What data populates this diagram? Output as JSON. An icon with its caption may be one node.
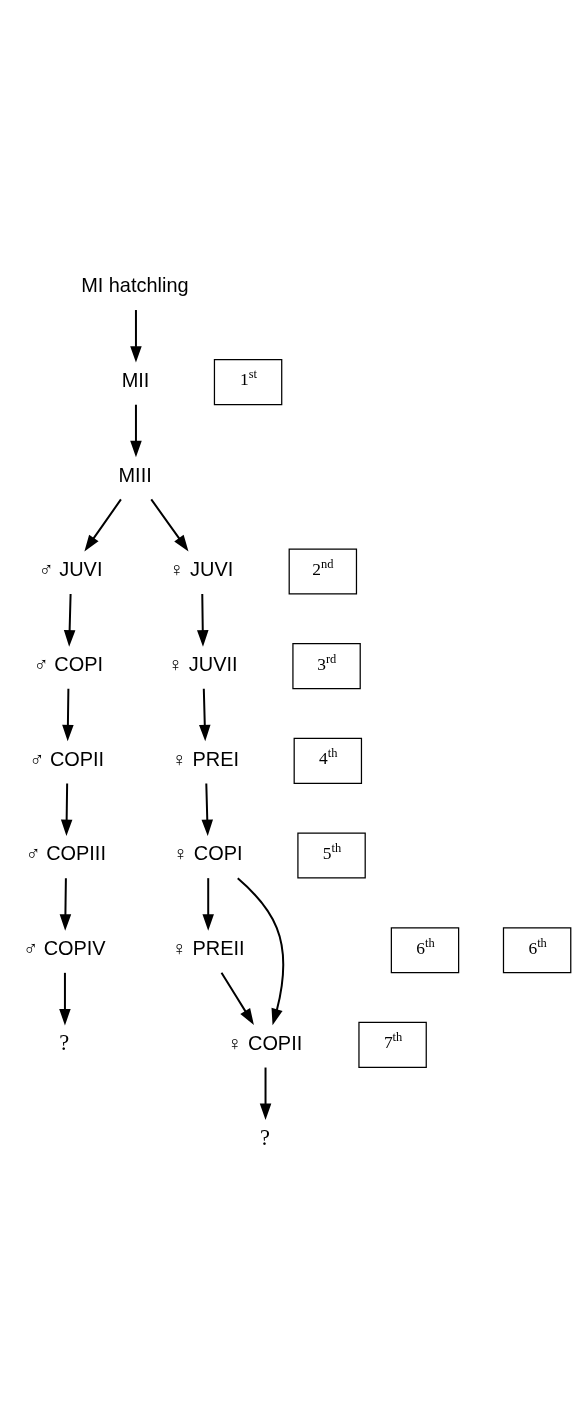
{
  "diagram": {
    "nodes": [
      {
        "text": [
          "MI hatchling"
        ]
      },
      {
        "text": [
          "MII"
        ]
      },
      {
        "text": [
          "1$^{st}$"
        ]
      },
      {
        "text": [
          "MIII"
        ]
      },
      {
        "text": [
          "2$^{nd}$"
        ]
      },
      {
        "text": [
          "♂ JUVI"
        ]
      },
      {
        "text": [
          "♀ JUVI"
        ]
      },
      {
        "text": [
          "3$^{rd}$"
        ]
      },
      {
        "text": [
          "♂ COPI"
        ]
      },
      {
        "text": [
          "♀ JUVII"
        ]
      },
      {
        "text": [
          "4$^{th}$"
        ]
      },
      {
        "text": [
          "♂ COPII"
        ]
      },
      {
        "text": [
          "♀ PREI"
        ]
      },
      {
        "text": [
          "5$^{th}$"
        ]
      },
      {
        "text": [
          "♂ COPIII"
        ]
      },
      {
        "text": [
          "♀ COPI"
        ]
      },
      {
        "text": [
          "6$^{th}$"
        ]
      },
      {
        "text": [
          "6$^{th}$"
        ]
      },
      {
        "text": [
          "♀ PREII"
        ]
      },
      {
        "text": [
          "♂ COPIV"
        ]
      },
      {
        "text": [
          "7$^{th}$"
        ]
      },
      {
        "text": [
          "♀ COPII"
        ]
      },
      {
        "text": [
          "?"
        ]
      },
      {
        "text": [
          "?"
        ]
      }
    ],
    "edges": [
      {
        "from": 0,
        "to": 1,
        "arrow": "to"
      },
      {
        "from": 1,
        "to": 3,
        "arrow": "to"
      },
      {
        "from": 3,
        "to": 5,
        "arrow": "to"
      },
      {
        "from": 3,
        "to": 6,
        "arrow": "to"
      },
      {
        "from": 5,
        "to": 8,
        "arrow": "to"
      },
      {
        "from": 6,
        "to": 9,
        "arrow": "to"
      },
      {
        "from": 8,
        "to": 11,
        "arrow": "to"
      },
      {
        "from": 9,
        "to": 12,
        "arrow": "to"
      },
      {
        "from": 11,
        "to": 14,
        "arrow": "to"
      },
      {
        "from": 12,
        "to": 15,
        "arrow": "to"
      },
      {
        "from": 15,
        "to": 18,
        "arrow": "to"
      },
      {
        "from": 14,
        "to": 19,
        "arrow": "to"
      },
      {
        "from": 18,
        "to": 21,
        "arrow": "to"
      },
      {
        "from": 15,
        "to": 21,
        "arrow": "to"
      },
      {
        "from": 19,
        "to": 22,
        "arrow": "to"
      },
      {
        "from": 21,
        "to": 23,
        "arrow": "to"
      }
    ]
  }
}
